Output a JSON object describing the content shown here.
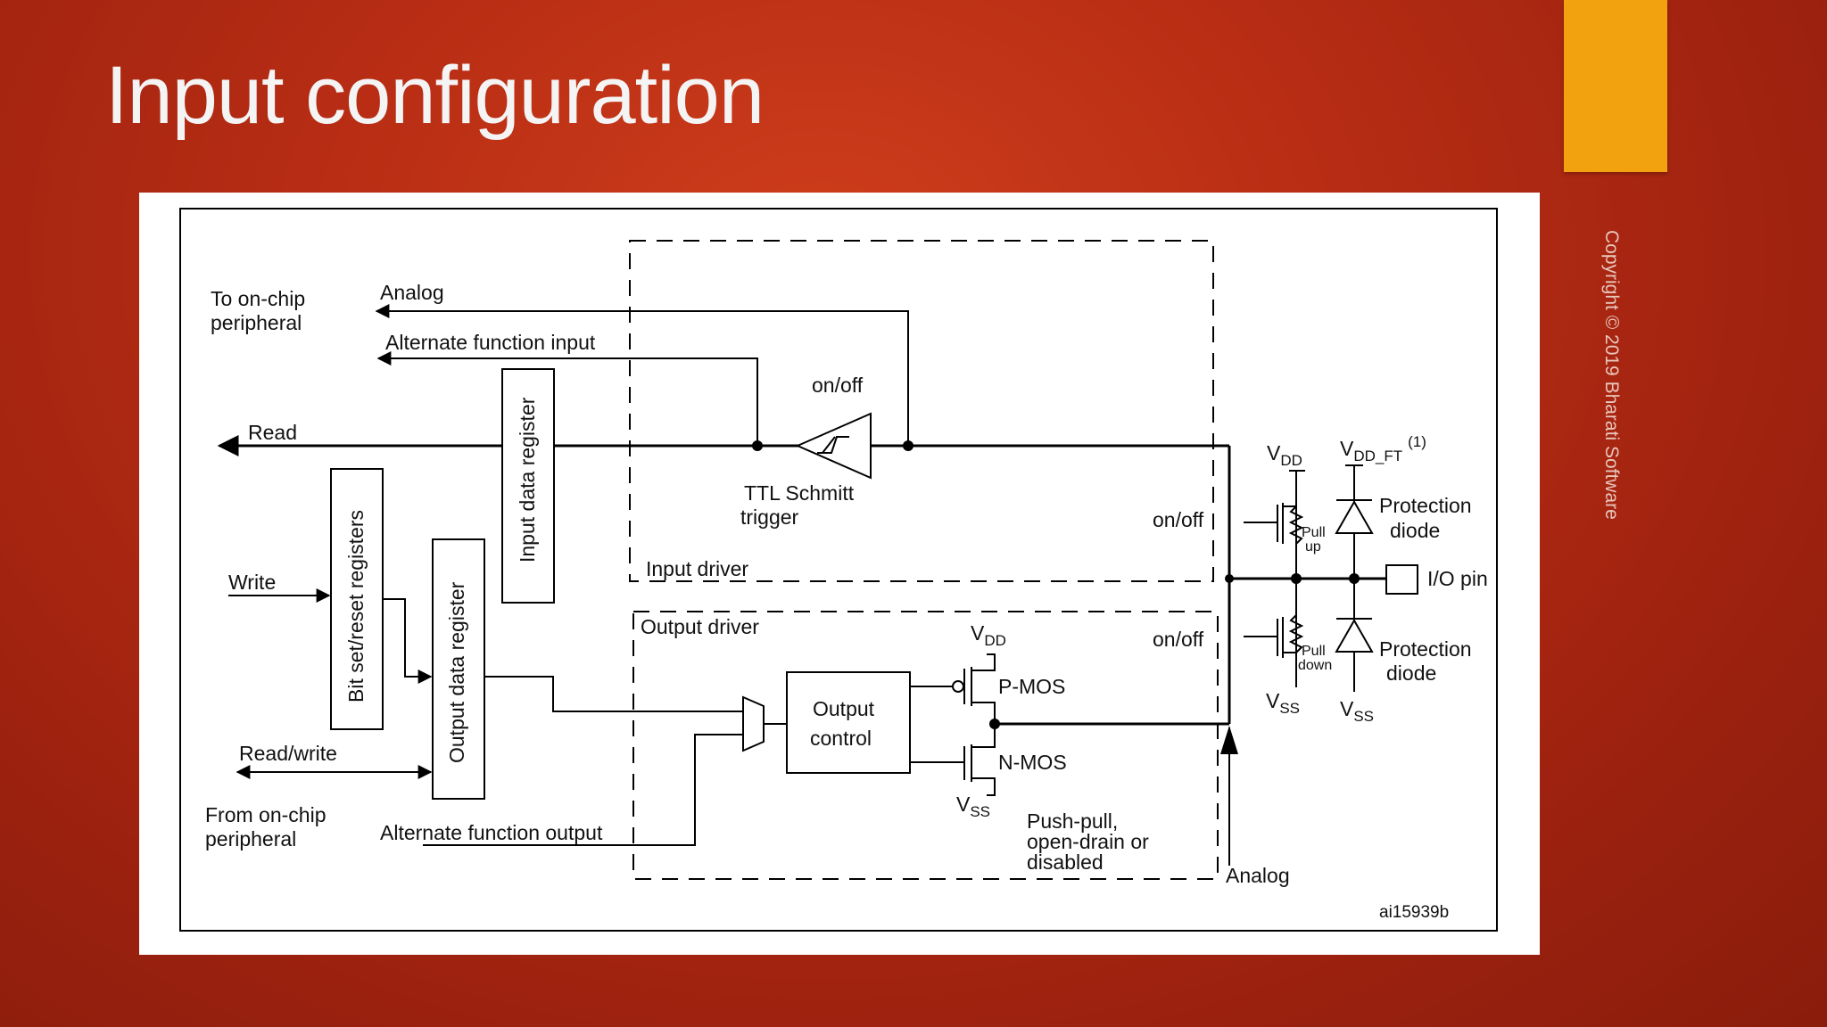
{
  "slide": {
    "title": "Input configuration",
    "copyright": "Copyright © 2019 Bharati Software"
  },
  "diagram": {
    "to_onchip_1": "To on-chip",
    "to_onchip_2": "peripheral",
    "analog_top": "Analog",
    "alt_func_input": "Alternate function input",
    "on_off_schmitt": "on/off",
    "read": "Read",
    "input_data_register": "Input data register",
    "ttl_1": "TTL Schmitt",
    "ttl_2": "trigger",
    "on_off_pullup": "on/off",
    "vdd_a": "V",
    "vdd_a_sub": "DD",
    "vddft": "V",
    "vddft_sub": "DD_FT",
    "vddft_note": "(1)",
    "protection_1a": "Protection",
    "protection_1b": "diode",
    "pull_up_1": "Pull",
    "pull_up_2": "up",
    "write": "Write",
    "bit_set_reset": "Bit set/reset registers",
    "output_data_register": "Output data register",
    "input_driver": "Input driver",
    "io_pin": "I/O pin",
    "output_driver": "Output driver",
    "vdd_b": "V",
    "vdd_b_sub": "DD",
    "on_off_pulldown": "on/off",
    "pull_down_1": "Pull",
    "pull_down_2": "down",
    "protection_2a": "Protection",
    "protection_2b": "diode",
    "vss_a": "V",
    "vss_a_sub": "SS",
    "vss_b": "V",
    "vss_b_sub": "SS",
    "output_control_1": "Output",
    "output_control_2": "control",
    "pmos": "P-MOS",
    "nmos": "N-MOS",
    "read_write": "Read/write",
    "vss_c": "V",
    "vss_c_sub": "SS",
    "from_onchip_1": "From on-chip",
    "from_onchip_2": "peripheral",
    "alt_func_output": "Alternate function output",
    "push_pull_1": "Push-pull,",
    "push_pull_2": "open-drain or",
    "push_pull_3": "disabled",
    "analog_bottom": "Analog",
    "figure_id": "ai15939b"
  }
}
